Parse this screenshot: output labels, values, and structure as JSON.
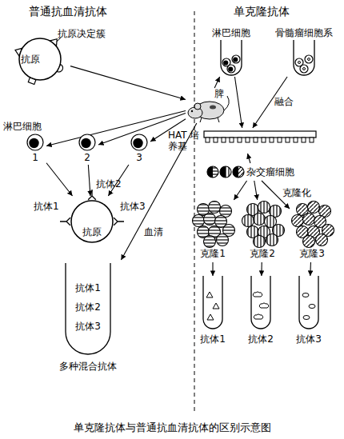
{
  "diagram": {
    "caption": "单克隆抗体与普通抗血清抗体的区别示意图",
    "nodes": [
      {
        "text": [
          "抗原"
        ]
      },
      {
        "text": [
          "脾"
        ]
      },
      {
        "text": [
          "淋巴细胞"
        ]
      },
      {
        "text": [
          "骨髓瘤细胞系"
        ]
      },
      {
        "text": [
          "1"
        ]
      },
      {
        "text": [
          "2"
        ]
      },
      {
        "text": [
          "3"
        ]
      },
      {
        "text": [
          "HAT 培养基"
        ]
      },
      {
        "text": [
          "杂交瘤细胞"
        ]
      },
      {
        "text": [
          "抗原"
        ]
      },
      {
        "text": [
          "克隆1"
        ]
      },
      {
        "text": [
          "克隆2"
        ]
      },
      {
        "text": [
          "克隆3"
        ]
      },
      {
        "text": [
          "抗体1",
          "抗体2",
          "抗体3",
          "多种混合抗体"
        ]
      },
      {
        "text": [
          "抗体1"
        ]
      },
      {
        "text": [
          "抗体2"
        ]
      },
      {
        "text": [
          "抗体3"
        ]
      }
    ],
    "edges": [
      {
        "from": 0,
        "to": 1,
        "arrow": "to"
      },
      {
        "from": 1,
        "to": 4,
        "arrow": "to"
      },
      {
        "from": 1,
        "to": 5,
        "arrow": "to"
      },
      {
        "from": 1,
        "to": 6,
        "arrow": "to"
      },
      {
        "from": 1,
        "to": 13,
        "label": "血清",
        "arrow": "to"
      },
      {
        "from": 1,
        "to": 2,
        "arrow": "to"
      },
      {
        "from": 4,
        "to": 9,
        "arrow": "to"
      },
      {
        "from": 5,
        "to": 9,
        "arrow": "to"
      },
      {
        "from": 6,
        "to": 9,
        "arrow": "to"
      },
      {
        "from": 2,
        "to": 7,
        "arrow": "to"
      },
      {
        "from": 3,
        "to": 7,
        "label": "融合",
        "arrow": "to"
      },
      {
        "from": 8,
        "to": 7,
        "arrow": "to"
      },
      {
        "from": 8,
        "to": 10,
        "arrow": "to"
      },
      {
        "from": 8,
        "to": 11,
        "arrow": "to"
      },
      {
        "from": 8,
        "to": 12,
        "label": "克隆化",
        "arrow": "to"
      },
      {
        "from": 10,
        "to": 14,
        "arrow": "to"
      },
      {
        "from": 11,
        "to": 15,
        "arrow": "to"
      },
      {
        "from": 12,
        "to": 16,
        "arrow": "to"
      }
    ],
    "labels": [
      "普通抗血清抗体",
      "单克隆抗体",
      "抗原决定簇",
      "淋巴细胞",
      "抗体2",
      "抗体1",
      "抗体3"
    ]
  }
}
